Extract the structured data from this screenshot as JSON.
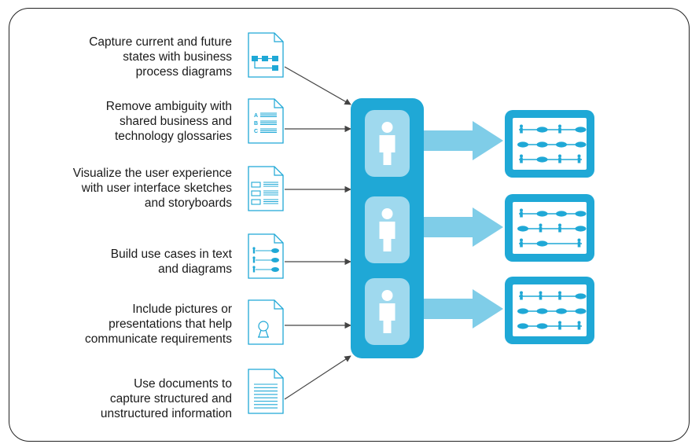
{
  "colors": {
    "accent": "#1fa8d6",
    "accent_light": "#8fd3ea",
    "arrow_fill": "#7fcde8",
    "person_tile": "#9fd9ee",
    "icon_stroke": "#1fa8d6",
    "border": "#222222",
    "text": "#1a1a1a"
  },
  "items": [
    {
      "icon": "process-diagram-document-icon",
      "lines": [
        "Capture current and future",
        "states with business",
        "process diagrams"
      ]
    },
    {
      "icon": "glossary-document-icon",
      "lines": [
        "Remove ambiguity with",
        "shared business and",
        "technology glossaries"
      ]
    },
    {
      "icon": "ui-sketch-document-icon",
      "lines": [
        "Visualize the user experience",
        "with user interface sketches",
        "and storyboards"
      ]
    },
    {
      "icon": "use-case-document-icon",
      "lines": [
        "Build use cases in text",
        "and diagrams"
      ]
    },
    {
      "icon": "picture-document-icon",
      "lines": [
        "Include pictures or",
        "presentations that help",
        "communicate requirements"
      ]
    },
    {
      "icon": "text-document-icon",
      "lines": [
        "Use documents to",
        "capture structured and",
        "unstructured information"
      ]
    }
  ],
  "glossary_letters": [
    "A",
    "B",
    "C"
  ],
  "central_panel": {
    "person_count": 3,
    "icon": "person-icon"
  },
  "output_panels": {
    "count": 3,
    "icon": "use-case-flow-icon"
  }
}
